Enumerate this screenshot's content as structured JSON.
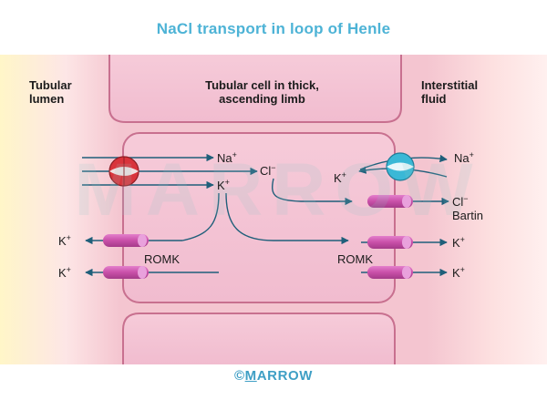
{
  "title": "NaCl transport in loop of Henle",
  "regions": {
    "lumen": "Tubular\nlumen",
    "cell": "Tubular cell in thick,\nascending limb",
    "interstitial": "Interstitial\nfluid"
  },
  "ions": {
    "na_apical": "Na",
    "na_apical_sup": "+",
    "cl_cell": "Cl",
    "cl_cell_sup": "−",
    "k_cell": "K",
    "k_cell_sup": "+",
    "k_lumen_1": "K",
    "k_lumen_1_sup": "+",
    "k_lumen_2": "K",
    "k_lumen_2_sup": "+",
    "na_interstitial": "Na",
    "na_interstitial_sup": "+",
    "k_interstitial_pump": "K",
    "k_interstitial_pump_sup": "+",
    "cl_interstitial": "Cl",
    "cl_interstitial_sup": "−",
    "k_interstitial_1": "K",
    "k_interstitial_1_sup": "+",
    "k_interstitial_2": "K",
    "k_interstitial_2_sup": "+"
  },
  "channels": {
    "romk_apical": "ROMK",
    "romk_basolateral": "ROMK",
    "bartin": "Bartin"
  },
  "watermark": "MARROW",
  "footer": {
    "prefix": "©",
    "first_letter": "M",
    "rest": "ARROW"
  },
  "colors": {
    "title": "#4db3d6",
    "cell_fill": "#f3c5d4",
    "cell_border": "#c8708f",
    "channel": "#c94fa8",
    "arrow": "#1f5f7a",
    "nkcc_transporter": "#d9343c",
    "na_k_pump": "#3ab8d6"
  }
}
